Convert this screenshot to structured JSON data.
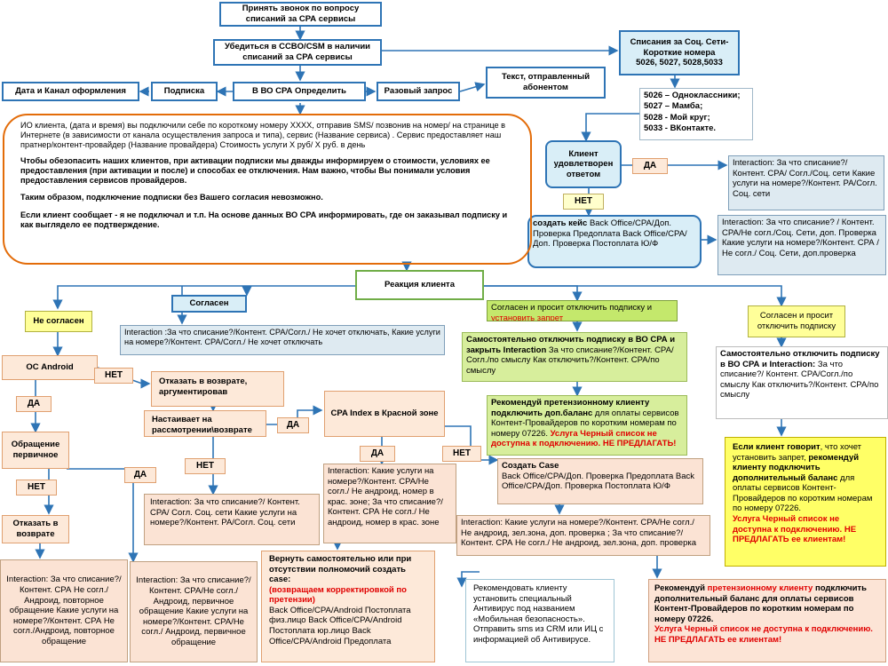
{
  "nodes": {
    "accept_call": "Принять звонок по вопросу списаний за СРА сервисы",
    "verify_ccbo": "Убедиться в CCBO/CSM в наличии списаний за СРА сервисы",
    "date_channel": "Дата и Канал оформления",
    "subscription": "Подписка",
    "in_bo_cpa": "В ВО СРА Определить",
    "one_time": "Разовый запрос",
    "text_sent": "Текст, отправленный абонентом",
    "social_short_title": "Списания за Соц. Сети-Короткие номера",
    "social_short_nums": "5026, 5027, 5028,5033",
    "social_list": [
      "5026 – Одноклассники;",
      "5027 – Мамба;",
      "5028 - Мой круг;",
      "5033 - ВКонтакте."
    ],
    "client_satisfied": "Клиент удовлетворен ответом",
    "interaction_social": "Interaction: За что списание?/ Контент. СРА/ Согл./Соц. сети Какие услуги на номере?/Контент. РА/Согл. Соц. сети",
    "create_case_1_bold": "создать кейс",
    "create_case_1_text": "Back Office/CPA/Доп. Проверка Предоплата Back Office/CPA/Доп. Проверка Постоплата Ю/Ф",
    "interaction_social_2": "Interaction: За что списание? / Контент. СРА/Не согл./Соц. Сети, доп. Проверка Какие услуги на номере?/Контент. СРА /Не согл./ Соц. Сети, доп.проверка",
    "io_para1": "ИО клиента,  (дата и время)  вы подключили себе  по короткому номеру ХХХХ, отправив SMS/ позвонив на номер/ на странице в Интернете (в зависимости от канала осуществления запроса и типа), сервис (Название сервиса) . Сервис  предоставляет наш пратнер/контент-провайдер (Название провайдера) Стоимость услуги Х руб/ Х руб. в день",
    "io_para2": "Чтобы обезопасить наших клиентов, при активации подписки мы дважды информируем о стоимости, условиях ее предоставления (при активации и после) и способах ее отключения. Нам важно, чтобы Вы понимали условия предоставления сервисов провайдеров.",
    "io_para3": "Таким образом, подключение подписки без Вашего согласия невозможно.",
    "io_para4": "Если клиент сообщает - я не подключал и т.п. На основе данных ВО СРА информировать, где он заказывал подписку и как выглядело ее подтверждение.",
    "client_reaction": "Реакция клиента",
    "agree": "Согласен",
    "disagree": "Не согласен",
    "interaction_agree": "Interaction :За что списание?/Контент. СРА/Согл./ Не хочет        отключать, Какие услуги на номере?/Контент. СРА/Согл./ Не хочет отключать",
    "agree_disable_block_1": "Согласен и просит отключить подписку и ",
    "agree_disable_block_2": "установить запрет",
    "agree_disable": "Согласен и просит отключить подписку",
    "self_disable_1": "Самостоятельно отключить подписку в ВО СРА и закрыть Interaction",
    "self_disable_1b": " За что списание?/Контент. СРА/ Согл./по смыслу Как отключить?/Контент. СРА/по смыслу",
    "self_disable_2": "Самостоятельно отключить подписку в ВО СРА и Interaction:",
    "self_disable_2b": " За что списание?/ Контент. СРА/Согл./по смыслу  Как отключить?/Контент. СРА/по смыслу",
    "recommend_claim_1": "Рекомендуй претензионному клиенту подключить доп.баланс",
    "recommend_claim_1b": " для оплаты сервисов Контент-Провайдеров по коротким номерам по номеру 07226. ",
    "recommend_claim_1_red": "Услуга Черный список не доступна к подключению. НЕ ПРЕДЛАГАТЬ!",
    "if_client_says_b1": "Если клиент говорит",
    "if_client_says_1": ", что хочет установить запрет, ",
    "if_client_says_b2": "рекомендуй клиенту подключить дополнительный баланс",
    "if_client_says_2": " для оплаты сервисов Контент-Провайдеров по коротким номерам по номеру 07226.",
    "if_client_says_red": "Услуга Черный список не доступна к подключению. НЕ ПРЕДЛАГАТЬ ее клиентам!",
    "os_android": "ОС Android",
    "refuse_arg": "Отказать в возврате, аргументировав",
    "insists": "Настаивает на рассмотрении\\возврате",
    "cpa_red": "CPA Index в Красной зоне",
    "appeal_primary": "Обращение первичное",
    "refuse_return": "Отказать в возврате",
    "interaction_soc_3": "Interaction: За что списание?/ Контент. СРА/ Согл. Соц. сети Какие услуги на номере?/Контент. РА/Согл. Соц. сети",
    "interaction_red_zone": "Interaction: Какие услуги на номере?/Контент. СРА/Не согл./ Не андроид, номер в крас. зоне; За что списание?/Контент. СРА Не согл./ Не андроид, номер в крас. зоне",
    "create_case_2_title": "Создать Case",
    "create_case_2_text": "Back Office/CPA/Доп. Проверка Предоплата Back Office/CPA/Доп. Проверка Постоплата Ю/Ф",
    "interaction_green_zone": "Interaction: Какие услуги на номере?/Контент. СРА/Не согл./ Не андроид, зел.зона, доп. проверка  ; За что списание?/Контент. СРА Не согл./ Не андроид, зел.зона, доп. проверка",
    "interaction_repeat": "Interaction: За что списание?/Контент. СРА Не согл./Андроид, повторное обращение Какие услуги на номере?/Контент. СРА  Не согл./Андроид, повторное обращение",
    "interaction_primary": "Interaction: За что списание?/Контент. СРА/Не согл./ Андроид, первичное обращение Какие услуги на номере?/Контент. СРА/Не согл./ Андроид, первичное обращение",
    "return_self_b": "Вернуть самостоятельно или при отсутствии полномочий создать case:",
    "return_self_red": "(возвращаем корректировкой по претензии)",
    "return_self_text": "Back Office/CPA/Android Постоплата физ.лицо Back Office/CPA/Android Постоплата юр.лицо Back Office/CPA/Android Предоплата",
    "antivirus": "Рекомендовать клиенту установить специальный Антивирус под названием «Мобильная безопасность». Отправить sms из CRM или ИЦ с информацией об Антивирусе.",
    "recommend_claim_2_b": "Рекомендуй ",
    "recommend_claim_2_red1": "претензионному клиенту",
    "recommend_claim_2_b2": " подключить дополнительный баланс для оплаты сервисов Контент-Провайдеров по коротким номерам по номеру 07226.",
    "recommend_claim_2_red2": "Услуга Черный список не доступна к подключению. НЕ ПРЕДЛАГАТЬ ее клиентам!"
  },
  "labels": {
    "yes": "ДА",
    "no": "НЕТ"
  },
  "colors": {
    "arrow": "#2e74b5",
    "orange_border": "#e36c09",
    "red_text": "#e00000"
  }
}
